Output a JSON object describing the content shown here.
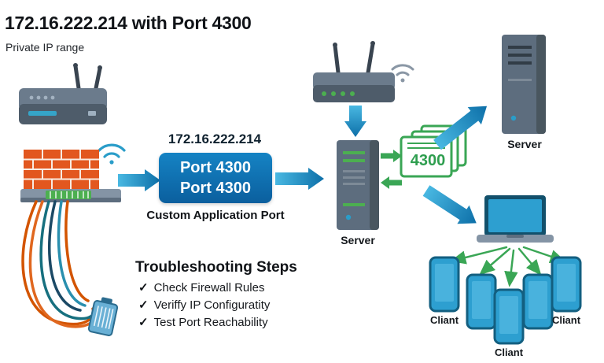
{
  "title": "172.16.222.214 with Port 4300",
  "subtitle": "Private IP range",
  "port_panel": {
    "ip": "172.16.222.214",
    "line1": "Port 4300",
    "line2": "Port 4300",
    "caption": "Custom Application Port"
  },
  "packet_label": "4300",
  "servers": {
    "middle": "Server",
    "right": "Server"
  },
  "clients": {
    "left": "Cliant",
    "center": "Cliant",
    "right": "Cliant"
  },
  "troubleshooting": {
    "heading": "Troubleshooting Steps",
    "check": "✓",
    "items": [
      "Check Firewall Rules",
      "Veriffy IP Configuratity",
      "Test Port Reachability"
    ]
  },
  "colors": {
    "arrow_blue": "#1581bd",
    "green": "#3aa655",
    "port_box": "#0e6aa8",
    "firewall_orange": "#e2571f",
    "device_gray": "#5d6d7e",
    "client_blue": "#2d9fd0"
  }
}
